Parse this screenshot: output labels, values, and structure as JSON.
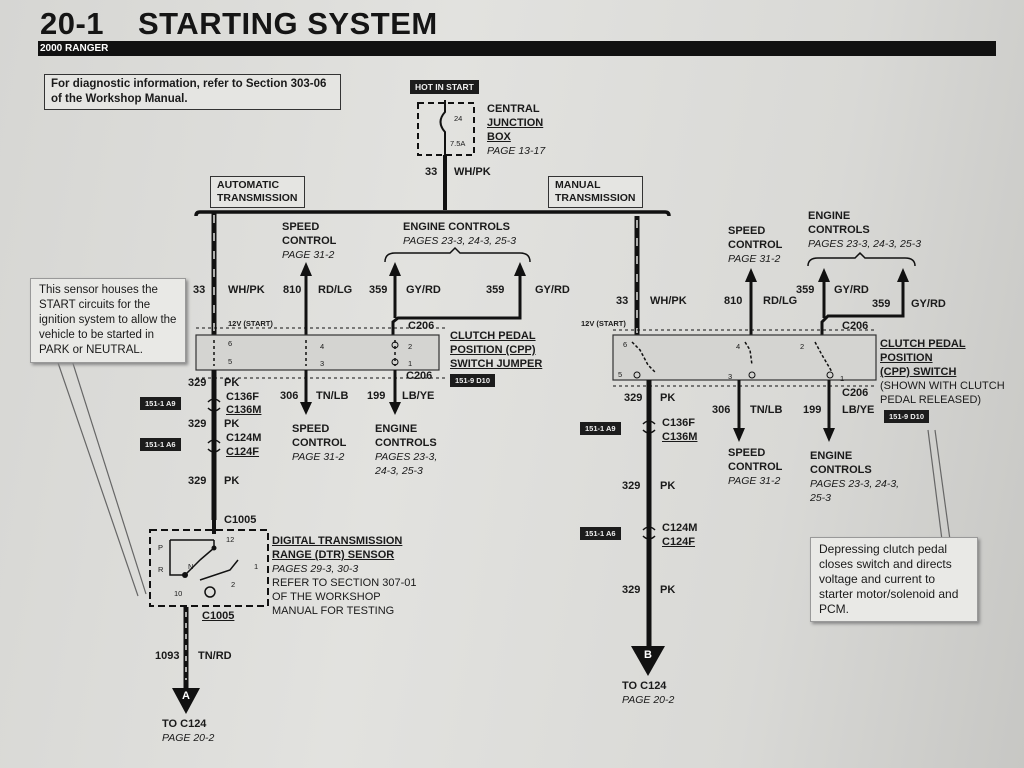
{
  "header": {
    "page_number": "20-1",
    "title": "STARTING SYSTEM",
    "model": "2000 RANGER"
  },
  "info_box": {
    "text": "For diagnostic information, refer to Section 303-06 of the Workshop Manual."
  },
  "hot_in_start": "HOT IN START",
  "fuse": {
    "number": "24",
    "rating": "7.5A"
  },
  "cjb": {
    "line1": "CENTRAL",
    "line2": "JUNCTION",
    "line3": "BOX",
    "page": "PAGE 13-17"
  },
  "feed": {
    "num": "33",
    "color": "WH/PK"
  },
  "auto_box": {
    "line1": "AUTOMATIC",
    "line2": "TRANSMISSION"
  },
  "manual_box": {
    "line1": "MANUAL",
    "line2": "TRANSMISSION"
  },
  "left": {
    "speed_control": {
      "line1": "SPEED",
      "line2": "CONTROL",
      "page": "PAGE 31-2"
    },
    "engine_controls": {
      "title": "ENGINE CONTROLS",
      "pages": "PAGES 23-3, 24-3, 25-3"
    },
    "w33": "33",
    "w33c": "WH/PK",
    "w810": "810",
    "w810c": "RD/LG",
    "w359a": "359",
    "w359ac": "GY/RD",
    "w359b": "359",
    "w359bc": "GY/RD",
    "v12": "12V (START)",
    "c206": "C206",
    "c206b": "C206",
    "pins": {
      "p6": "6",
      "p5": "5",
      "p4": "4",
      "p3": "3",
      "p2": "2",
      "p1": "1"
    },
    "jumper": {
      "line1": "CLUTCH PEDAL",
      "line2": "POSITION (CPP)",
      "line3": "SWITCH JUMPER",
      "tag": "151-9 D10"
    },
    "w329a": "329",
    "w329ac": "PK",
    "c136f": "C136F",
    "c136m": "C136M",
    "tag1": "151-1 A9",
    "w306": "306",
    "w306c": "TN/LB",
    "w199": "199",
    "w199c": "LB/YE",
    "sc2": {
      "line1": "SPEED",
      "line2": "CONTROL",
      "page": "PAGE 31-2"
    },
    "ec2": {
      "line1": "ENGINE",
      "line2": "CONTROLS",
      "pages1": "PAGES 23-3,",
      "pages2": "24-3, 25-3"
    },
    "w329b": "329",
    "w329bc": "PK",
    "c124m": "C124M",
    "c124f": "C124F",
    "tag2": "151-1 A6",
    "w329c": "329",
    "w329cc": "PK",
    "c1005": "C1005",
    "c1005b": "C1005",
    "dtr": {
      "line1": "DIGITAL TRANSMISSION",
      "line2": "RANGE (DTR) SENSOR",
      "pages": "PAGES 29-3, 30-3",
      "ref1": "REFER TO SECTION 307-01",
      "ref2": "OF THE WORKSHOP",
      "ref3": "MANUAL FOR TESTING"
    },
    "dtr_pins": {
      "p12": "12",
      "p1": "1",
      "p10": "10",
      "p2": "2",
      "P": "P",
      "R": "R",
      "N": "N"
    },
    "w1093": "1093",
    "w1093c": "TN/RD",
    "conn": "A",
    "to": "TO C124",
    "to_page": "PAGE 20-2"
  },
  "right": {
    "speed_control": {
      "line1": "SPEED",
      "line2": "CONTROL",
      "page": "PAGE 31-2"
    },
    "engine_controls": {
      "line1": "ENGINE",
      "line2": "CONTROLS",
      "pages": "PAGES 23-3, 24-3, 25-3"
    },
    "w33": "33",
    "w33c": "WH/PK",
    "w810": "810",
    "w810c": "RD/LG",
    "w359a": "359",
    "w359ac": "GY/RD",
    "w359b": "359",
    "w359bc": "GY/RD",
    "v12": "12V (START)",
    "c206": "C206",
    "c206b": "C206",
    "pins": {
      "p6": "6",
      "p5": "5",
      "p4": "4",
      "p3": "3",
      "p2": "2",
      "p1": "1"
    },
    "cpp": {
      "line1": "CLUTCH PEDAL",
      "line2": "POSITION",
      "line3": "(CPP) SWITCH",
      "line4": "(SHOWN WITH CLUTCH",
      "line5": "PEDAL RELEASED)",
      "tag": "151-9 D10"
    },
    "w329a": "329",
    "w329ac": "PK",
    "c136f": "C136F",
    "c136m": "C136M",
    "tag1": "151-1 A9",
    "w306": "306",
    "w306c": "TN/LB",
    "w199": "199",
    "w199c": "LB/YE",
    "sc2": {
      "line1": "SPEED",
      "line2": "CONTROL",
      "page": "PAGE 31-2"
    },
    "ec2": {
      "line1": "ENGINE",
      "line2": "CONTROLS",
      "pages1": "PAGES 23-3, 24-3,",
      "pages2": "25-3"
    },
    "w329b": "329",
    "w329bc": "PK",
    "c124m": "C124M",
    "c124f": "C124F",
    "tag2": "151-1 A6",
    "w329c": "329",
    "w329cc": "PK",
    "conn": "B",
    "to": "TO C124",
    "to_page": "PAGE 20-2"
  },
  "note_left": "This sensor houses the START circuits for the ignition system to allow the vehicle to be started in PARK or NEUTRAL.",
  "note_right": "Depressing clutch pedal closes switch and directs voltage and current to starter motor/solenoid and PCM."
}
